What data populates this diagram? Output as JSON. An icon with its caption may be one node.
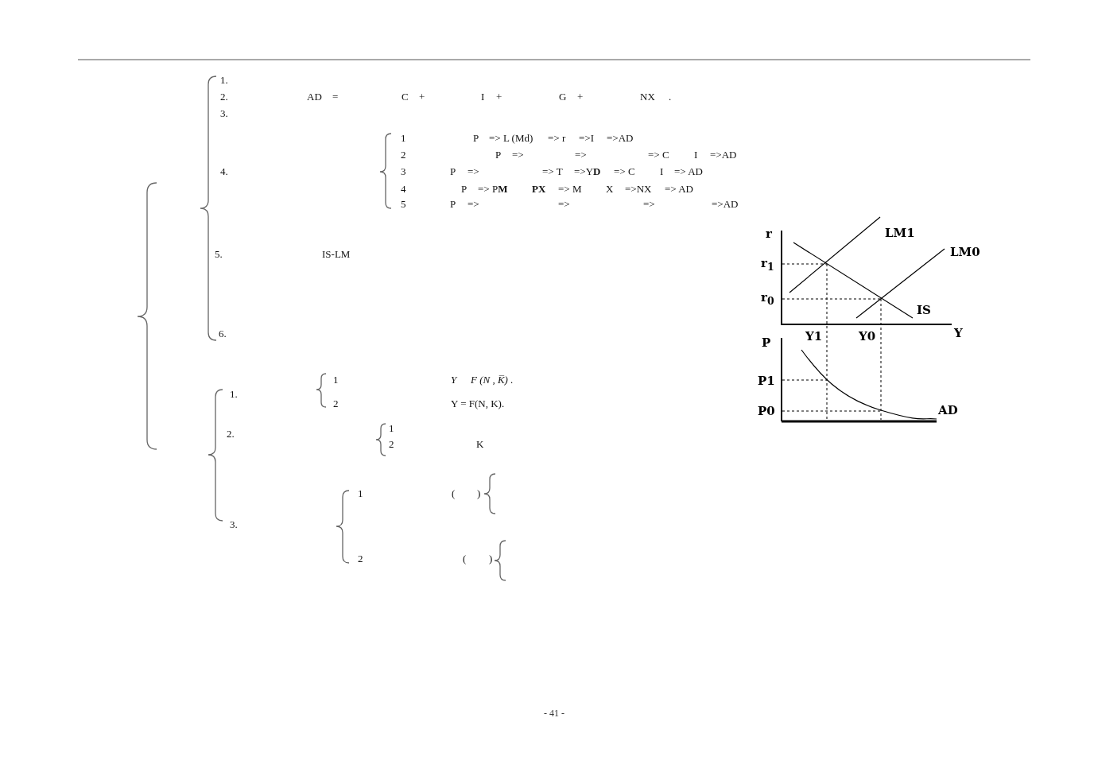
{
  "diagram": {
    "labels": [
      "1.",
      "2.",
      "AD",
      "=",
      "C",
      "+",
      "I",
      "+",
      "G",
      "+",
      "NX",
      ".",
      "3.",
      "4.",
      "1",
      "P",
      "=> L (Md)",
      "=> r",
      "=>I",
      "=>AD",
      "2",
      "P",
      "=>",
      "=>",
      "=> C",
      "I",
      "=>AD",
      "3",
      "P",
      "=>",
      "=> T",
      "=>Y**D**",
      "=> C",
      "I",
      "=> AD",
      "4",
      "P",
      "=> P**M**",
      "**PX**",
      "=> M",
      "X",
      "=>NX",
      "=> AD",
      "5",
      "P",
      "=>",
      "=>",
      "=>",
      "=>AD",
      "5.",
      "IS-LM",
      "6.",
      "1.",
      "1",
      "Y",
      "F (N , K̅) .",
      "2",
      "Y = F(N, K).",
      "2.",
      "1",
      "2",
      "K",
      "3.",
      "1",
      "(",
      ")",
      "2",
      "(",
      ")",
      "r",
      "LM1",
      "r$_{1}$",
      "LM0",
      "r$_{0}$",
      "IS",
      "Y1",
      "Y0",
      "Y",
      "P",
      "P1",
      "P0",
      "AD",
      "- 41 -"
    ]
  }
}
